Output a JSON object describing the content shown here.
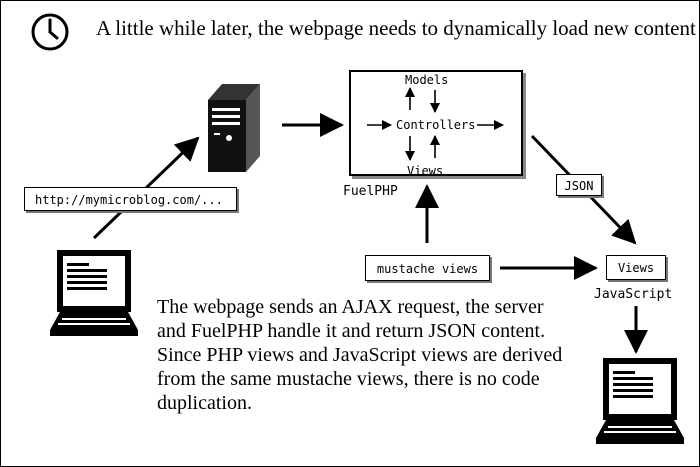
{
  "heading": "A little while later, the webpage needs to dynamically load new content",
  "url_label": "http://mymicroblog.com/...",
  "fuelphp": {
    "label": "FuelPHP",
    "models": "Models",
    "controllers": "Controllers",
    "views": "Views"
  },
  "mustache_label": "mustache views",
  "json_label": "JSON",
  "js_views_label": "Views",
  "javascript_label": "JavaScript",
  "description": [
    "The webpage sends an AJAX request, the server",
    "and FuelPHP handle it and return JSON content.",
    "Since PHP views and JavaScript views are derived",
    "from the same mustache views, there is no code",
    "duplication."
  ],
  "icons": [
    "clock-icon",
    "server-icon",
    "client-computer-icon",
    "result-computer-icon"
  ]
}
